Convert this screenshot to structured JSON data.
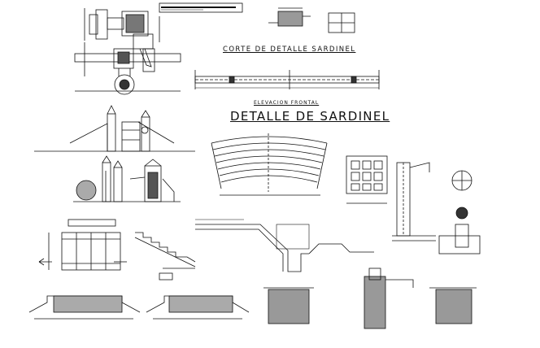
{
  "titles": {
    "corte": "CORTE DE DETALLE SARDINEL",
    "elevacion": "ELEVACION FRONTAL",
    "detalle": "DETALLE DE SARDINEL"
  },
  "colors": {
    "line": "#111111",
    "background": "#ffffff"
  }
}
